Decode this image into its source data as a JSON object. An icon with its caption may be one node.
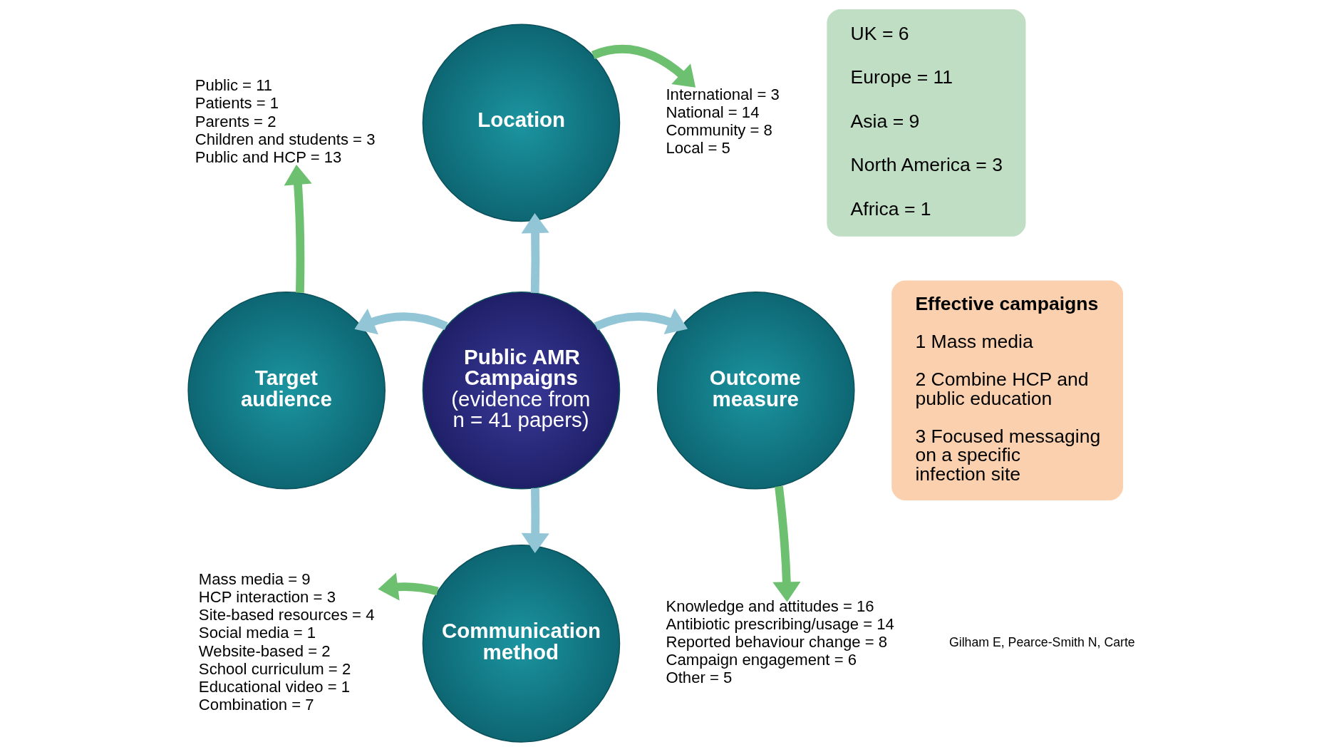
{
  "diagram": {
    "nodes": [
      {
        "text": [
          "Public AMR Campaigns",
          "(evidence from n = 41 papers)"
        ]
      },
      {
        "text": [
          "Location"
        ]
      },
      {
        "text": [
          "Outcome measure"
        ]
      },
      {
        "text": [
          "Communication method"
        ]
      },
      {
        "text": [
          "Target audience"
        ]
      },
      {
        "text": [
          "International = 3",
          "National = 14",
          "Community = 8",
          "Local = 5"
        ]
      },
      {
        "text": [
          "Knowledge and attitudes = 16",
          "Antibiotic prescribing/usage = 14",
          "Reported behaviour change = 8",
          "Campaign engagement = 6",
          "Other = 5"
        ]
      },
      {
        "text": [
          "Mass media = 9",
          "HCP interaction = 3",
          "Site-based resources = 4",
          "Social media = 1",
          "Website-based = 2",
          "School curriculum = 2",
          "Educational video = 1",
          "Combination = 7"
        ]
      },
      {
        "text": [
          "Public = 11",
          "Patients = 1",
          "Parents = 2",
          "Children and students = 3",
          "Public and HCP = 13"
        ]
      },
      {
        "text": [
          "UK = 6",
          "Europe = 11",
          "Asia = 9",
          "North America = 3",
          "Africa = 1"
        ]
      },
      {
        "text": [
          "Effective campaigns",
          "1 Mass media",
          "2 Combine HCP and public education",
          "3 Focused messaging on a specific infection site"
        ]
      }
    ],
    "edges": [
      {
        "from": 0,
        "to": 1,
        "arrow": "to",
        "color": "#92c6d6"
      },
      {
        "from": 0,
        "to": 2,
        "arrow": "to",
        "color": "#92c6d6"
      },
      {
        "from": 0,
        "to": 3,
        "arrow": "to",
        "color": "#92c6d6"
      },
      {
        "from": 0,
        "to": 4,
        "arrow": "to",
        "color": "#92c6d6"
      },
      {
        "from": 1,
        "to": 5,
        "arrow": "to",
        "color": "#6cc070"
      },
      {
        "from": 2,
        "to": 6,
        "arrow": "to",
        "color": "#6cc070"
      },
      {
        "from": 3,
        "to": 7,
        "arrow": "to",
        "color": "#6cc070"
      },
      {
        "from": 4,
        "to": 8,
        "arrow": "to",
        "color": "#6cc070"
      }
    ],
    "labels": [
      "Gilham E, Pearce-Smith N, Carte"
    ]
  }
}
